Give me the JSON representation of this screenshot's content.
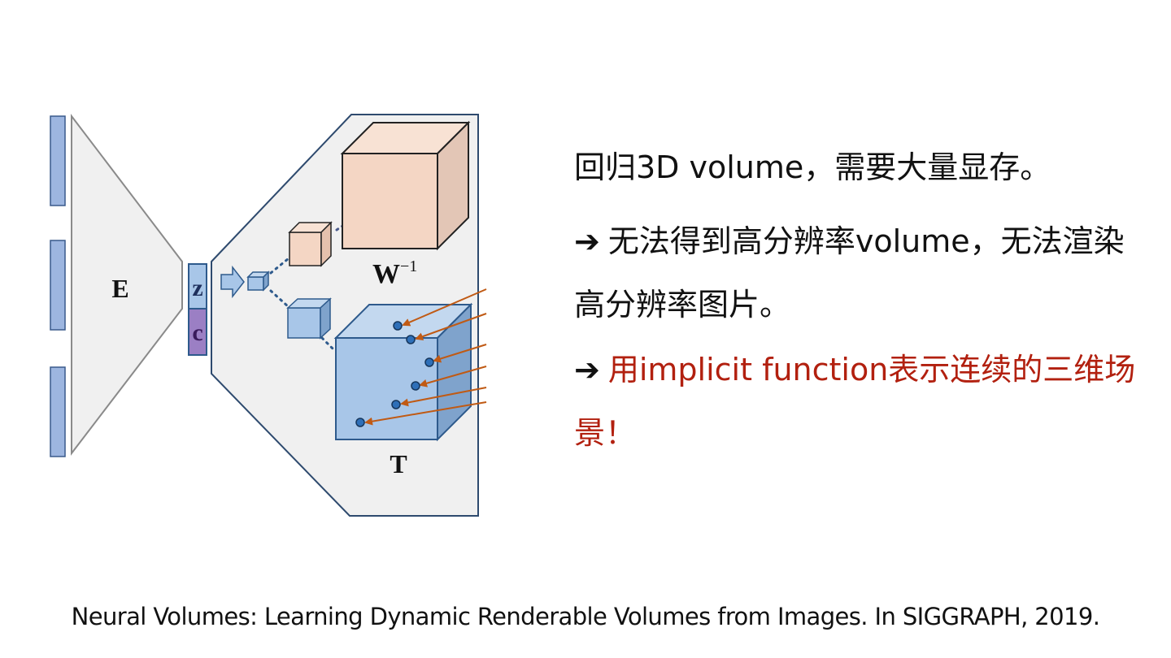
{
  "diagram": {
    "encoder_label": "E",
    "latent_z_label": "z",
    "latent_c_label": "c",
    "warp_label_base": "W",
    "warp_label_exp": "−1",
    "template_label": "T"
  },
  "bullets": [
    {
      "arrow": "",
      "text": "回归3D volume，需要大量显存。"
    },
    {
      "arrow": "➔",
      "text": "无法得到高分辨率volume，无法渲染高分辨率图片。"
    },
    {
      "arrow": "➔",
      "text": "用implicit function表示连续的三维场景！",
      "color": "#b2200f"
    }
  ],
  "citation": "Neural Volumes: Learning Dynamic Renderable Volumes from Images. In SIGGRAPH, 2019.",
  "colors": {
    "panel_fill": "#f0f0f0",
    "blue_fill": "#a8c6e8",
    "blue_stroke": "#2e5a8c",
    "peach_fill": "#f4d6c4",
    "purple_fill": "#9b7fc4",
    "ray_color": "#c05a14"
  }
}
